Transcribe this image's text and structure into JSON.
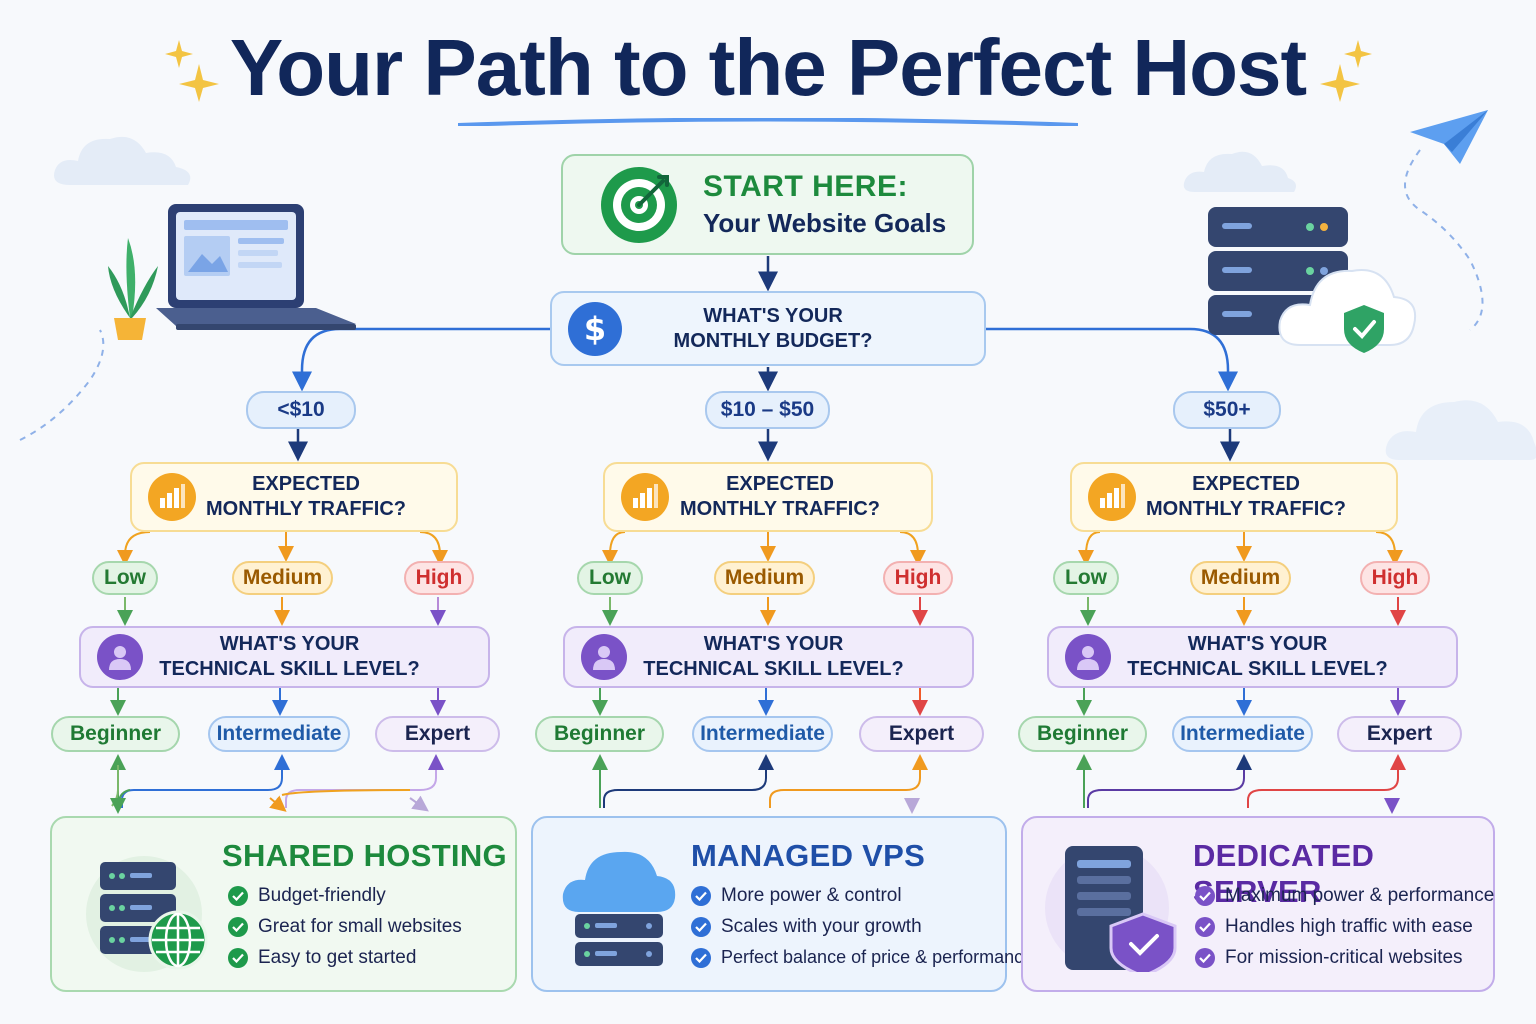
{
  "title": "Your Path to the Perfect Host",
  "start": {
    "heading": "START HERE:",
    "subheading": "Your Website Goals"
  },
  "budget_question": {
    "line1": "WHAT'S YOUR",
    "line2": "MONTHLY BUDGET?"
  },
  "budget_options": [
    "<$10",
    "$10 – $50",
    "$50+"
  ],
  "traffic_question": {
    "line1": "EXPECTED",
    "line2": "MONTHLY TRAFFIC?"
  },
  "traffic_options": {
    "low": "Low",
    "medium": "Medium",
    "high": "High"
  },
  "skill_question": {
    "line1": "WHAT'S YOUR",
    "line2": "TECHNICAL SKILL LEVEL?"
  },
  "skill_options": {
    "beginner": "Beginner",
    "intermediate": "Intermediate",
    "expert": "Expert"
  },
  "results": [
    {
      "title": "SHARED HOSTING",
      "bullets": [
        "Budget-friendly",
        "Great for small websites",
        "Easy to get started"
      ]
    },
    {
      "title": "MANAGED VPS",
      "bullets": [
        "More power & control",
        "Scales with your growth",
        "Perfect balance of price & performance"
      ]
    },
    {
      "title": "DEDICATED SERVER",
      "bullets": [
        "Maximum power & performance",
        "Handles high traffic with ease",
        "For mission-critical websites"
      ]
    }
  ],
  "colors": {
    "navy": "#11275a",
    "green": "#1d8a3d",
    "blue": "#1f5aa8",
    "purple": "#5a3aa3",
    "orange": "#f0a21f",
    "red": "#e04545"
  },
  "icons": {
    "start": "target-icon",
    "budget": "dollar-icon",
    "traffic": "bar-chart-icon",
    "skill": "user-icon",
    "check": "check-circle-icon"
  }
}
